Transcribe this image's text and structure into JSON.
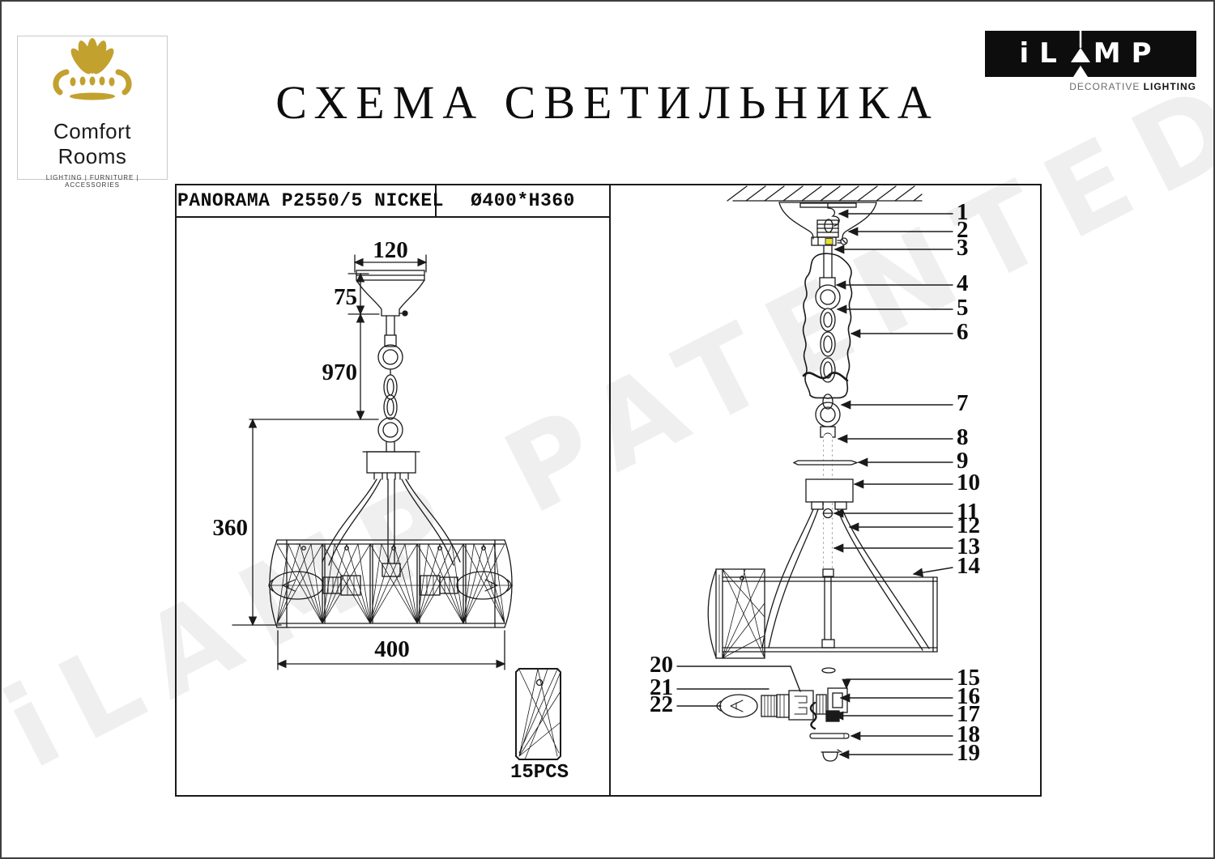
{
  "header": {
    "title": "СХЕМА СВЕТИЛЬНИКА",
    "comfort_rooms": {
      "name": "Comfort Rooms",
      "tagline": "LIGHTING | FURNITURE | ACCESSORIES"
    },
    "ilamp": {
      "prefix": "iL",
      "suffix": "MP",
      "subtitle_light": "DECORATIVE ",
      "subtitle_bold": "LIGHTING"
    }
  },
  "watermark": {
    "text": "iLAMP PATENTED",
    "color": "#efefef"
  },
  "spec_row": {
    "model": "PANORAMA P2550/5 NICKEL",
    "size": "Ø400*H360"
  },
  "dimensions": {
    "canopy_width": "120",
    "canopy_height": "75",
    "suspension_length": "970",
    "body_height": "360",
    "body_diameter": "400"
  },
  "crystal_note": "15PCS",
  "parts": {
    "right": [
      "1",
      "2",
      "3",
      "4",
      "5",
      "6",
      "7",
      "8",
      "9",
      "10",
      "11",
      "12",
      "13",
      "14",
      "15",
      "16",
      "17",
      "18",
      "19"
    ],
    "left": [
      "20",
      "21",
      "22"
    ]
  },
  "colors": {
    "line": "#1a1a1a",
    "gold": "#c2a12f",
    "accent_yellow": "#e4de2c",
    "watermark_gray": "#efefef"
  }
}
